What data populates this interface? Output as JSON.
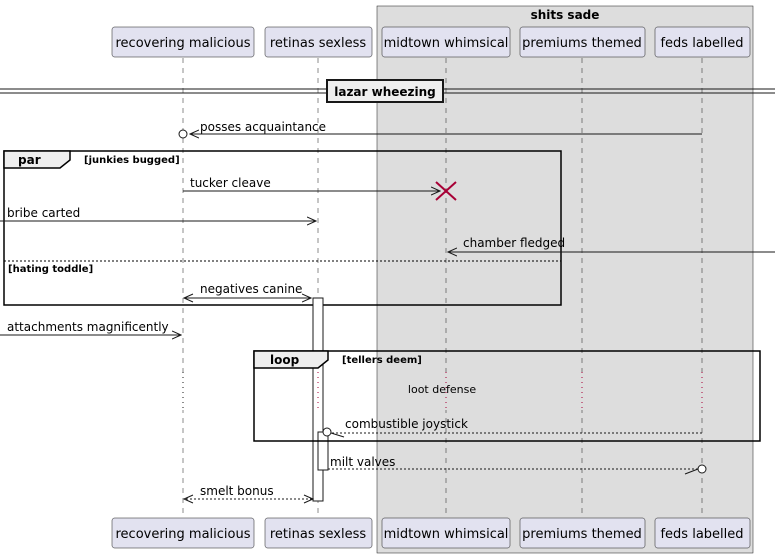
{
  "box": {
    "title": "shits sade"
  },
  "participants": [
    {
      "id": "p1",
      "label": "recovering malicious"
    },
    {
      "id": "p2",
      "label": "retinas sexless"
    },
    {
      "id": "p3",
      "label": "midtown whimsical"
    },
    {
      "id": "p4",
      "label": "premiums themed"
    },
    {
      "id": "p5",
      "label": "feds labelled"
    }
  ],
  "divider": {
    "label": "lazar wheezing"
  },
  "messages": {
    "m1": "posses acquaintance",
    "m2": "tucker cleave",
    "m3": "bribe carted",
    "m4": "chamber fledged",
    "m5": "negatives canine",
    "m6": "attachments magnificently",
    "m7": "combustible joystick",
    "m8": "milt valves",
    "m9": "smelt bonus"
  },
  "fragments": {
    "par": {
      "keyword": "par",
      "condition": "[junkies bugged]",
      "else_condition": "[hating toddle]"
    },
    "loop": {
      "keyword": "loop",
      "condition": "[tellers deem]"
    }
  },
  "delay": {
    "label": "loot defense"
  },
  "colors": {
    "participant_fill": "#e2e2f0",
    "participant_border": "#181818",
    "box_fill": "#dddddd",
    "destroy_mark": "#a80036",
    "line": "#181818"
  }
}
